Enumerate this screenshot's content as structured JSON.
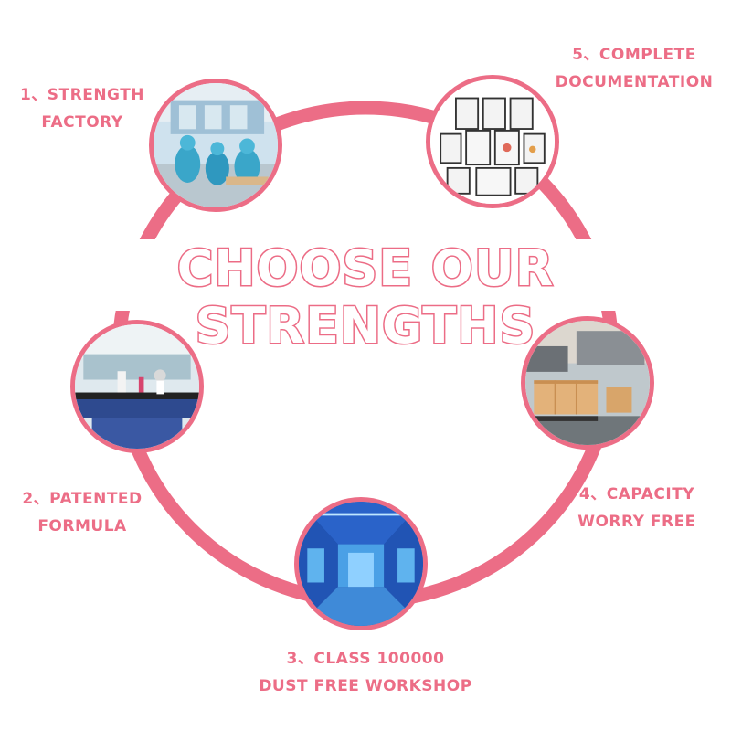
{
  "title": "CHOOSE OUR STRENGTHS",
  "colors": {
    "accent": "#ec6d86",
    "background": "#ffffff"
  },
  "strengths": [
    {
      "line1": "1、STRENGTH",
      "line2": "FACTORY",
      "image": "factory-workers-photo"
    },
    {
      "line1": "2、PATENTED",
      "line2": "FORMULA",
      "image": "laboratory-photo"
    },
    {
      "line1": "3、CLASS 100000",
      "line2": "DUST FREE WORKSHOP",
      "image": "dust-free-workshop-photo"
    },
    {
      "line1": "4、CAPACITY",
      "line2": "WORRY FREE",
      "image": "warehouse-pallets-photo"
    },
    {
      "line1": "5、COMPLETE",
      "line2": "DOCUMENTATION",
      "image": "certificates-photo"
    }
  ]
}
